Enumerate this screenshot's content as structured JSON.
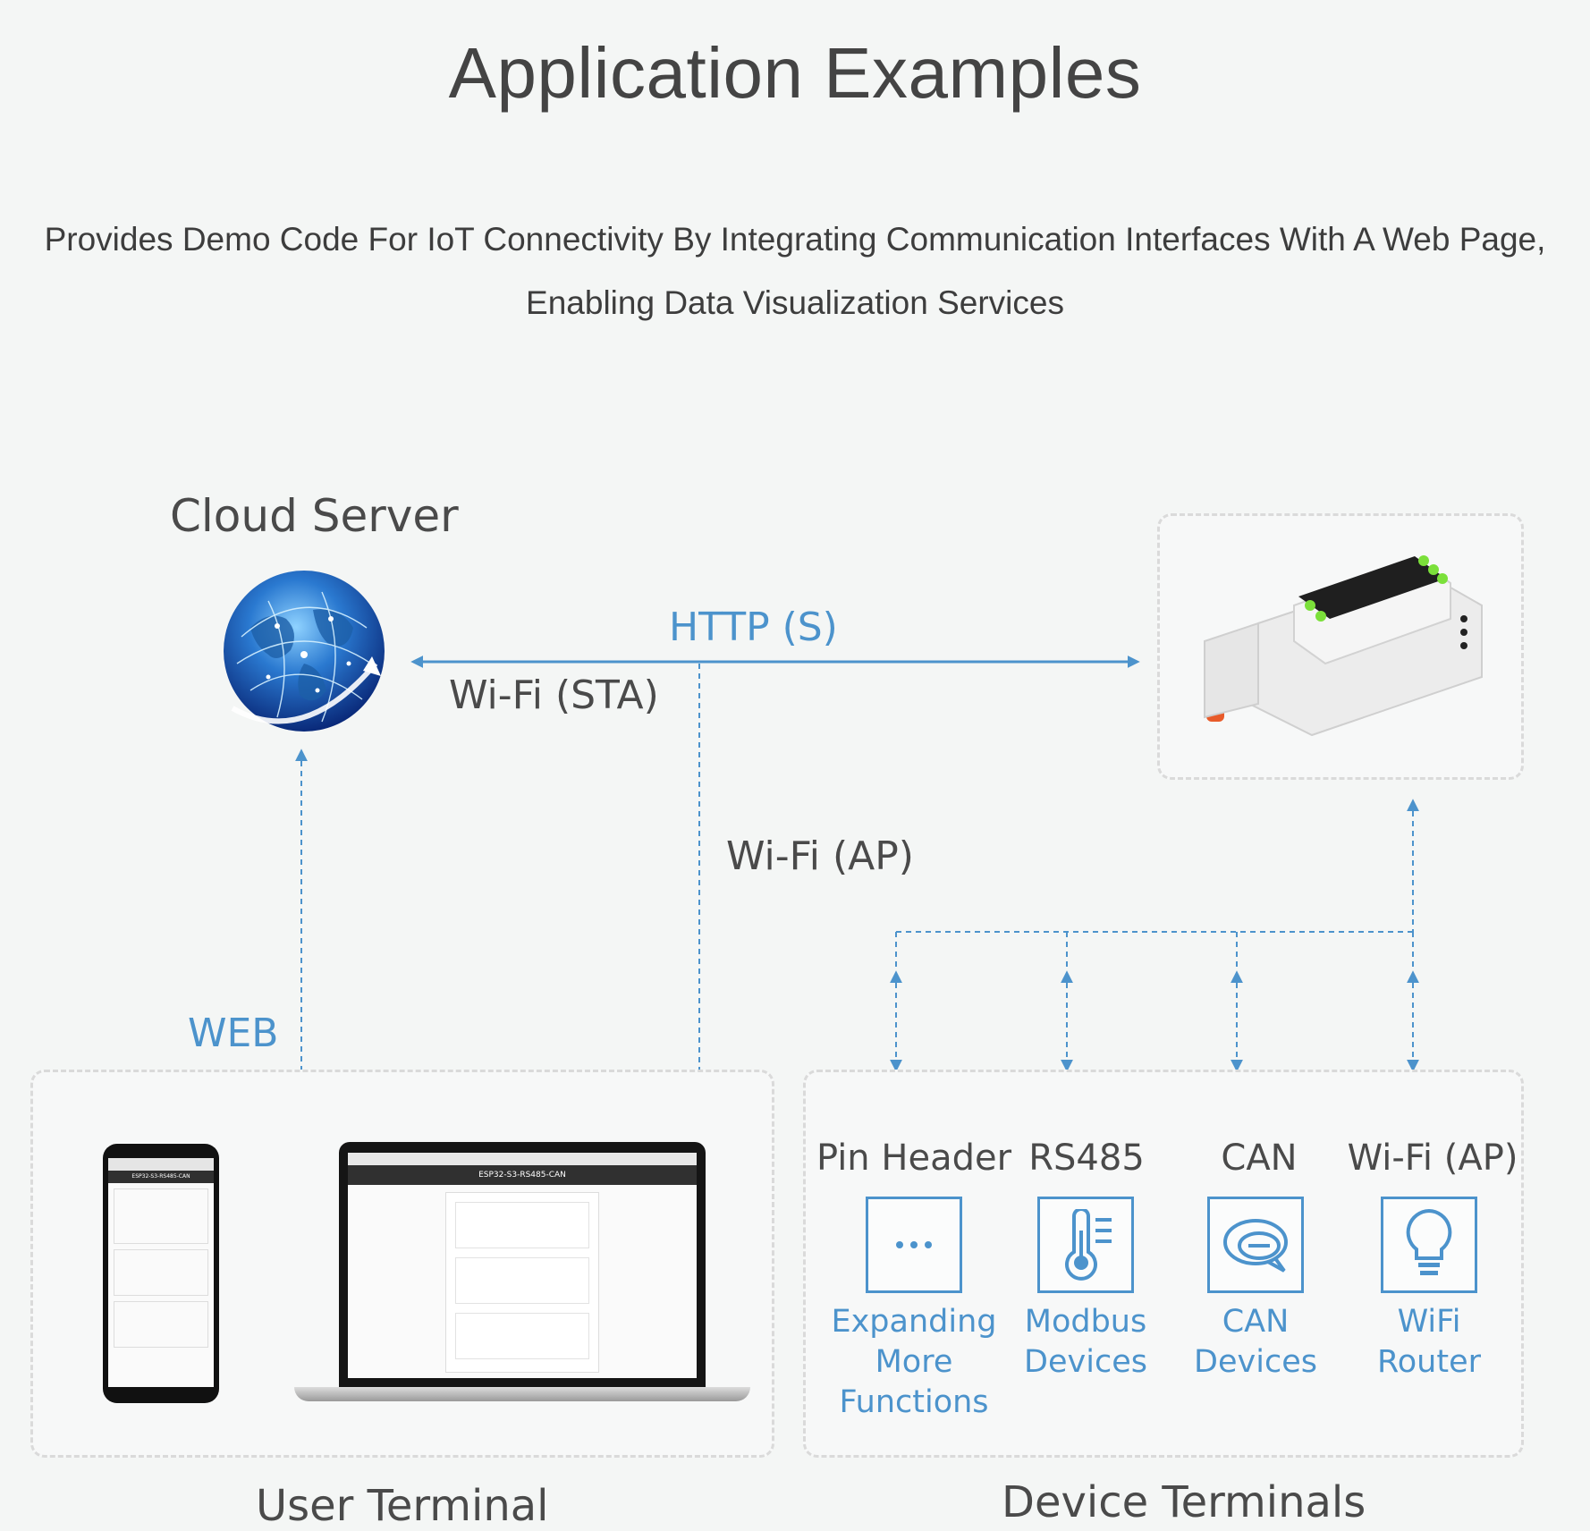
{
  "page": {
    "title": "Application Examples",
    "subtitle": "Provides Demo Code For IoT Connectivity By Integrating Communication Interfaces With A Web Page, Enabling Data Visualization Services"
  },
  "nodes": {
    "cloud_server": "Cloud Server",
    "user_terminal": "User Terminal",
    "device_terminals": "Device Terminals"
  },
  "links": {
    "http": "HTTP (S)",
    "wifi_sta": "Wi-Fi (STA)",
    "wifi_ap": "Wi-Fi (AP)",
    "web": "WEB"
  },
  "screens": {
    "device_name": "ESP32-S3-RS485-CAN"
  },
  "interfaces": [
    {
      "title": "Pin Header",
      "icon": "dots-icon",
      "caption": [
        "Expanding",
        "More Functions"
      ]
    },
    {
      "title": "RS485",
      "icon": "thermometer-icon",
      "caption": [
        "Modbus",
        "Devices"
      ]
    },
    {
      "title": "CAN",
      "icon": "chat-bubble-icon",
      "caption": [
        "CAN",
        "Devices"
      ]
    },
    {
      "title": "Wi-Fi (AP)",
      "icon": "lightbulb-icon",
      "caption": [
        "WiFi",
        "Router"
      ]
    }
  ],
  "colors": {
    "accent_blue": "#4c93cc",
    "text_dark": "#444444",
    "box_border": "#dadada"
  }
}
